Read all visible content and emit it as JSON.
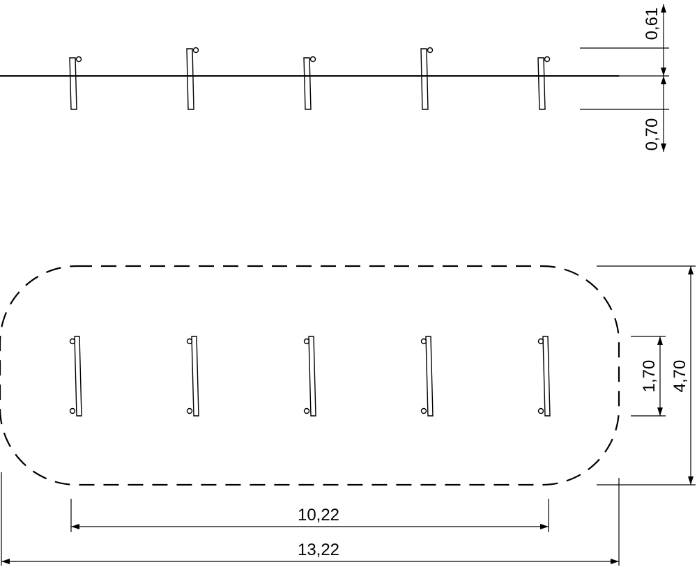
{
  "drawing": {
    "stroke_color": "#000000",
    "background_color": "#ffffff",
    "post_count": 5
  },
  "dimensions": {
    "height_above_ground": "0,61",
    "depth_below_ground": "0,70",
    "post_length": "1,70",
    "area_width": "4,70",
    "post_span": "10,22",
    "area_length": "13,22"
  }
}
